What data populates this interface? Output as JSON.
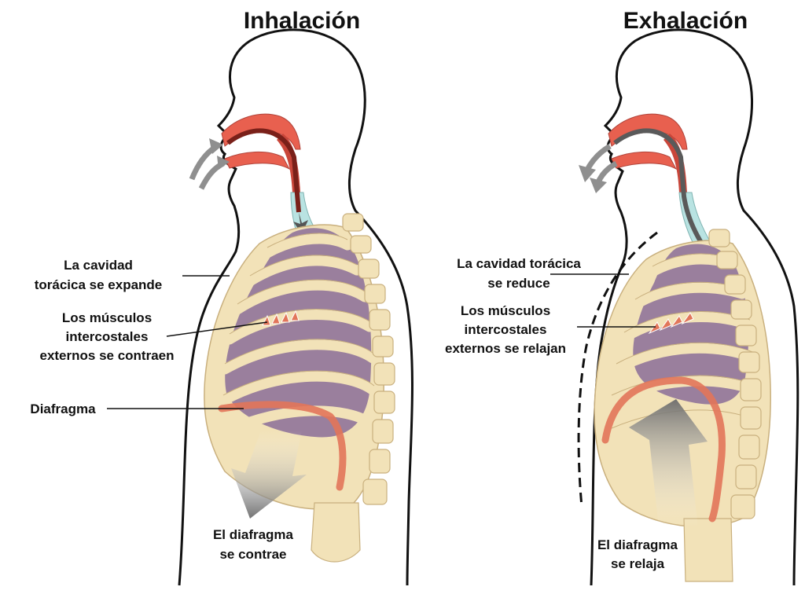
{
  "panels": {
    "inhale": {
      "title": "Inhalación",
      "labels": {
        "cavity_line1": "La cavidad",
        "cavity_line2": "torácica se expande",
        "muscles_line1": "Los músculos",
        "muscles_line2": "intercostales",
        "muscles_line3": "externos se contraen",
        "diaphragm": "Diafragma",
        "diaphragm_action_line1": "El diafragma",
        "diaphragm_action_line2": "se contrae"
      }
    },
    "exhale": {
      "title": "Exhalación",
      "labels": {
        "cavity_line1": "La cavidad torácica",
        "cavity_line2": "se reduce",
        "muscles_line1": "Los músculos",
        "muscles_line2": "intercostales",
        "muscles_line3": "externos se relajan",
        "diaphragm_action_line1": "El diafragma",
        "diaphragm_action_line2": "se relaja"
      }
    }
  },
  "colors": {
    "rib": "#f2e2b8",
    "rib_stroke": "#c9b07e",
    "lung": "#9a7f9d",
    "airway": "#e8604f",
    "airway_dark": "#8a2a22",
    "trachea": "#b9e3e2",
    "diaphragm": "#e2765a",
    "arrow_gray": "#8f8f8f"
  }
}
